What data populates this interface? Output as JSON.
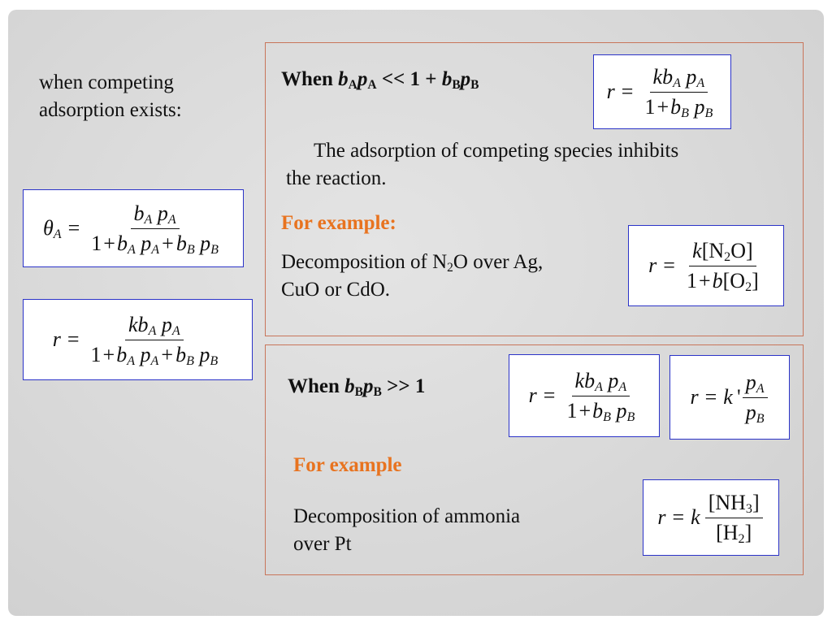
{
  "left": {
    "intro_line1": "when competing",
    "intro_line2": "adsorption exists:"
  },
  "panel1": {
    "condition_prefix": "When ",
    "condition_relation": " << 1 + ",
    "explanation_line1": "The adsorption of competing species inhibits",
    "explanation_line2": "the reaction.",
    "example_heading": "For example:",
    "example_line1": "Decomposition of N",
    "example_line1_sub": "2",
    "example_line1_end": "O over Ag,",
    "example_line2": "CuO or CdO."
  },
  "panel2": {
    "condition_prefix": "When ",
    "condition_relation": " >> 1",
    "example_heading": "For example",
    "example_line1": "Decomposition of ammonia",
    "example_line2": "over Pt"
  },
  "colors": {
    "slide_background": "#d9d9d9",
    "panel_border": "#c8755a",
    "formula_border": "#2b33c8",
    "heading_orange": "#e8731f"
  }
}
